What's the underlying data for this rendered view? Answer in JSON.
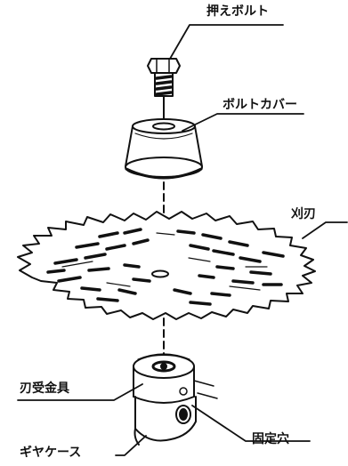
{
  "labels": {
    "press_bolt": "押えボルト",
    "bolt_cover": "ボルトカバー",
    "blade": "刈刃",
    "blade_holder": "刃受金具",
    "fixing_hole": "固定穴",
    "gear_case": "ギヤケース"
  }
}
